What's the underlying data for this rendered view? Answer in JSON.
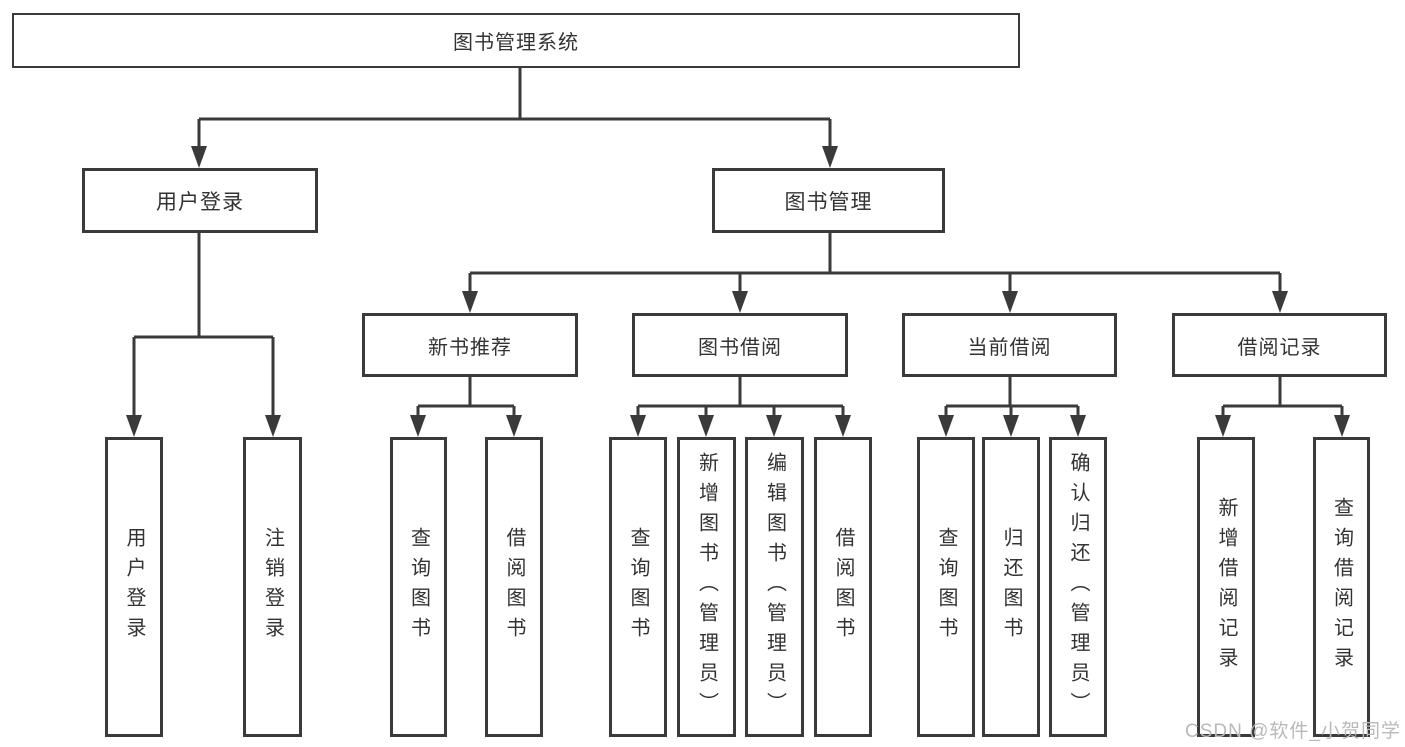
{
  "diagram": {
    "title": "图书管理系统",
    "branches": [
      {
        "label": "用户登录",
        "children": [
          "用户登录",
          "注销登录"
        ]
      },
      {
        "label": "图书管理",
        "sections": [
          {
            "label": "新书推荐",
            "children": [
              "查询图书",
              "借阅图书"
            ]
          },
          {
            "label": "图书借阅",
            "children": [
              "查询图书",
              "新增图书（管理员）",
              "编辑图书（管理员）",
              "借阅图书"
            ]
          },
          {
            "label": "当前借阅",
            "children": [
              "查询图书",
              "归还图书",
              "确认归还（管理员）"
            ]
          },
          {
            "label": "借阅记录",
            "children": [
              "新增借阅记录",
              "查询借阅记录"
            ]
          }
        ]
      }
    ]
  },
  "watermark": "CSDN @软件_小贺同学",
  "colors": {
    "line": "#3a3a3a",
    "text": "#333333",
    "watermark": "#b9b9b9",
    "background": "#ffffff"
  }
}
